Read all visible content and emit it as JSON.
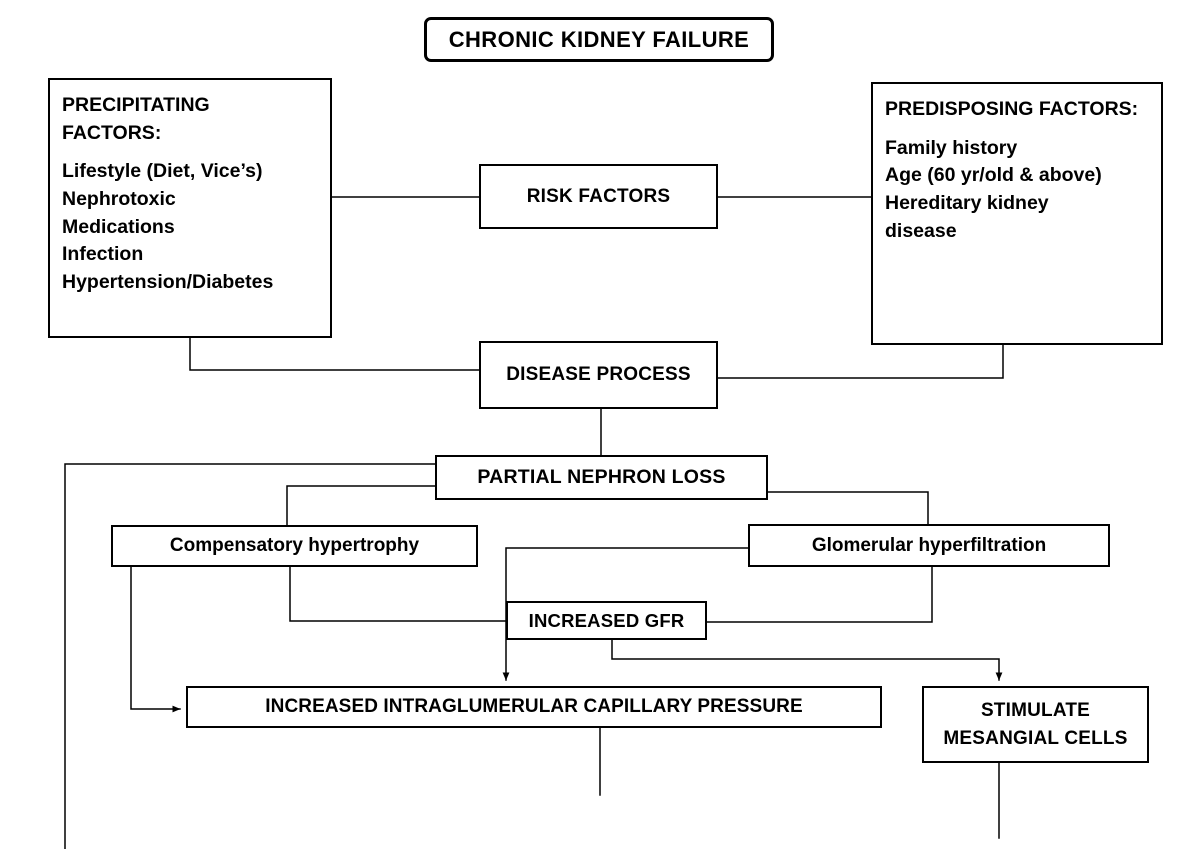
{
  "diagram": {
    "title": "CHRONIC KIDNEY FAILURE",
    "type": "flowchart",
    "background_color": "#FFFFFF",
    "line_color": "#000000",
    "nodes": {
      "title": {
        "label": "CHRONIC KIDNEY FAILURE"
      },
      "precipitating": {
        "heading": "PRECIPITATING\nFACTORS:",
        "items": [
          "Lifestyle (Diet, Vice’s)",
          "Nephrotoxic",
          "Medications",
          "Infection",
          "Hypertension/Diabetes"
        ]
      },
      "predisposing": {
        "heading": "PREDISPOSING FACTORS:",
        "items": [
          "Family history",
          "Age (60 yr/old & above)",
          "Hereditary kidney",
          "disease"
        ]
      },
      "risk_factors": {
        "label": "RISK FACTORS"
      },
      "disease_process": {
        "label": "DISEASE PROCESS"
      },
      "partial_nephron_loss": {
        "label": "PARTIAL NEPHRON LOSS"
      },
      "compensatory_hypertrophy": {
        "label": "Compensatory hypertrophy"
      },
      "glomerular_hyperfiltration": {
        "label": "Glomerular hyperfiltration"
      },
      "increased_gfr": {
        "label": "INCREASED GFR"
      },
      "increased_capillary_pressure": {
        "label": "INCREASED INTRAGLUMERULAR CAPILLARY PRESSURE"
      },
      "stimulate_mesangial_cells": {
        "line1": "STIMULATE",
        "line2": "MESANGIAL CELLS"
      }
    },
    "edges": [
      {
        "from": "precipitating",
        "to": "risk_factors",
        "arrow": false
      },
      {
        "from": "predisposing",
        "to": "risk_factors",
        "arrow": false
      },
      {
        "from": "precipitating",
        "to": "disease_process",
        "arrow": false
      },
      {
        "from": "predisposing",
        "to": "disease_process",
        "arrow": false
      },
      {
        "from": "disease_process",
        "to": "partial_nephron_loss",
        "arrow": false
      },
      {
        "from": "partial_nephron_loss",
        "to": "compensatory_hypertrophy",
        "arrow": false
      },
      {
        "from": "partial_nephron_loss",
        "to": "glomerular_hyperfiltration",
        "arrow": false
      },
      {
        "from": "partial_nephron_loss",
        "to": "left-margin-line",
        "arrow": false
      },
      {
        "from": "compensatory_hypertrophy",
        "to": "increased_gfr",
        "arrow": false
      },
      {
        "from": "compensatory_hypertrophy",
        "to": "increased_capillary_pressure",
        "arrow": true
      },
      {
        "from": "glomerular_hyperfiltration",
        "to": "increased_gfr",
        "arrow": false
      },
      {
        "from": "glomerular_hyperfiltration",
        "to": "increased_capillary_pressure",
        "arrow": true
      },
      {
        "from": "increased_gfr",
        "to": "stimulate_mesangial_cells",
        "arrow": true
      },
      {
        "from": "increased_capillary_pressure",
        "to": "below-page",
        "arrow": false
      },
      {
        "from": "stimulate_mesangial_cells",
        "to": "below-page",
        "arrow": false
      }
    ]
  }
}
